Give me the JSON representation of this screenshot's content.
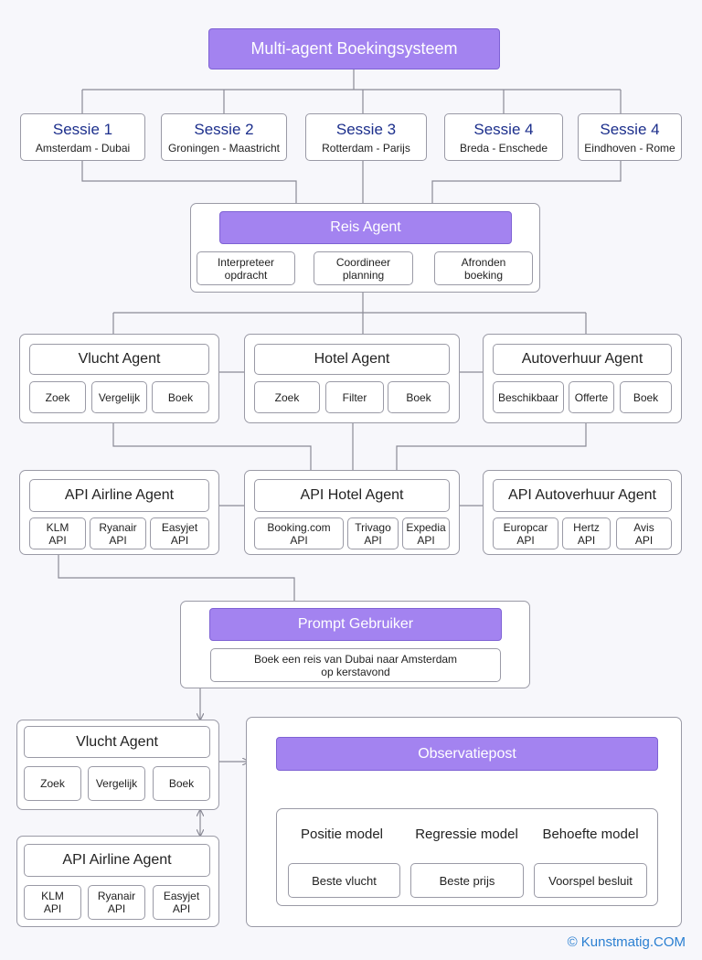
{
  "title": "Multi-agent Boekingsysteem",
  "sessions": [
    {
      "title": "Sessie 1",
      "route": "Amsterdam - Dubai"
    },
    {
      "title": "Sessie 2",
      "route": "Groningen - Maastricht"
    },
    {
      "title": "Sessie 3",
      "route": "Rotterdam - Parijs"
    },
    {
      "title": "Sessie 4",
      "route": "Breda - Enschede"
    },
    {
      "title": "Sessie 4",
      "route": "Eindhoven - Rome"
    }
  ],
  "reis_agent": {
    "title": "Reis Agent",
    "tasks": [
      "Interpreteer\nopdracht",
      "Coordineer\nplanning",
      "Afronden\nboeking"
    ]
  },
  "agents": [
    {
      "title": "Vlucht Agent",
      "tasks": [
        "Zoek",
        "Vergelijk",
        "Boek"
      ]
    },
    {
      "title": "Hotel Agent",
      "tasks": [
        "Zoek",
        "Filter",
        "Boek"
      ]
    },
    {
      "title": "Autoverhuur Agent",
      "tasks": [
        "Beschikbaar",
        "Offerte",
        "Boek"
      ]
    }
  ],
  "api_agents": [
    {
      "title": "API Airline Agent",
      "apis": [
        "KLM\nAPI",
        "Ryanair\nAPI",
        "Easyjet\nAPI"
      ]
    },
    {
      "title": "API Hotel Agent",
      "apis": [
        "Booking.com\nAPI",
        "Trivago\nAPI",
        "Expedia\nAPI"
      ]
    },
    {
      "title": "API Autoverhuur Agent",
      "apis": [
        "Europcar\nAPI",
        "Hertz\nAPI",
        "Avis\nAPI"
      ]
    }
  ],
  "prompt": {
    "title": "Prompt Gebruiker",
    "text": "Boek een reis van Dubai naar Amsterdam\nop kerstavond"
  },
  "example_flight": {
    "title": "Vlucht Agent",
    "tasks": [
      "Zoek",
      "Vergelijk",
      "Boek"
    ]
  },
  "example_api": {
    "title": "API Airline Agent",
    "apis": [
      "KLM\nAPI",
      "Ryanair\nAPI",
      "Easyjet\nAPI"
    ]
  },
  "observation": {
    "title": "Observatiepost",
    "models": [
      {
        "name": "Positie model",
        "result": "Beste vlucht"
      },
      {
        "name": "Regressie model",
        "result": "Beste prijs"
      },
      {
        "name": "Behoefte model",
        "result": "Voorspel besluit"
      }
    ]
  },
  "footer": "© Kunstmatig.COM",
  "colors": {
    "accent": "#a383f0",
    "session_title": "#1c2f8c",
    "footer": "#2a7fd1",
    "line": "#8a8a96"
  }
}
